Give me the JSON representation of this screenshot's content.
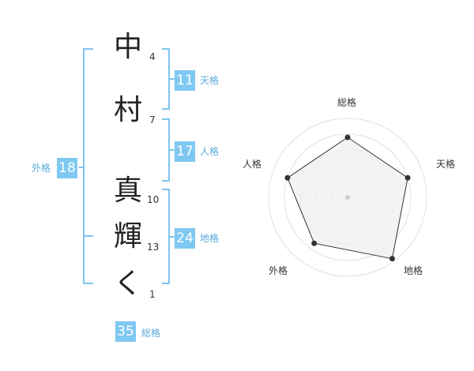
{
  "name": {
    "characters": [
      {
        "char": "中",
        "strokes": "4"
      },
      {
        "char": "村",
        "strokes": "7"
      },
      {
        "char": "真",
        "strokes": "10"
      },
      {
        "char": "輝",
        "strokes": "13"
      },
      {
        "char": "く",
        "strokes": "1"
      }
    ]
  },
  "scores": {
    "tenkaku": {
      "value": "11",
      "label": "天格"
    },
    "jinkaku": {
      "value": "17",
      "label": "人格"
    },
    "chikaku": {
      "value": "24",
      "label": "地格"
    },
    "gaikaku": {
      "value": "18",
      "label": "外格"
    },
    "soukaku": {
      "value": "35",
      "label": "総格"
    }
  },
  "radar": {
    "axes": [
      "総格",
      "天格",
      "地格",
      "外格",
      "人格"
    ],
    "levels": 5,
    "values": [
      0.76,
      0.8,
      0.96,
      0.72,
      0.8
    ],
    "colors": {
      "ring": "#e0e0e0",
      "fill": "#efefef",
      "line": "#333333",
      "point": "#333333",
      "center": "#cccccc"
    }
  },
  "colors": {
    "accent": "#7fc8f2",
    "accent_text": "#5aa9db",
    "bracket": "#7fc4ee"
  }
}
